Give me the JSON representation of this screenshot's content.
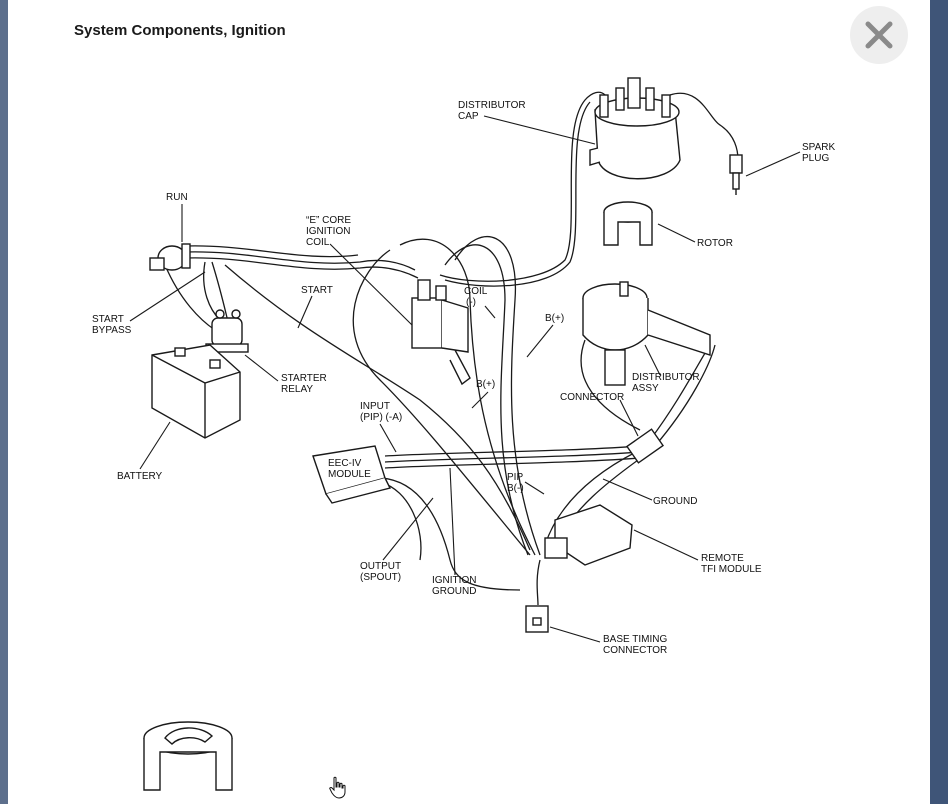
{
  "title": "System Components, Ignition",
  "labels": {
    "distributor_cap": [
      "DISTRIBUTOR",
      "CAP"
    ],
    "spark_plug": [
      "SPARK",
      "PLUG"
    ],
    "rotor": [
      "ROTOR"
    ],
    "run": [
      "RUN"
    ],
    "e_core_coil": [
      "“E” CORE",
      "IGNITION",
      "COIL"
    ],
    "coil_neg": [
      "COIL",
      "(-)"
    ],
    "start": [
      "START"
    ],
    "b_plus_upper": [
      "B(+)"
    ],
    "start_bypass": [
      "START",
      "BYPASS"
    ],
    "distributor_assy": [
      "DISTRIBUTOR",
      "ASSY"
    ],
    "starter_relay": [
      "STARTER",
      "RELAY"
    ],
    "b_plus_lower": [
      "B(+)"
    ],
    "connector": [
      "CONNECTOR"
    ],
    "input_pip": [
      "INPUT",
      "(PIP) (-A)"
    ],
    "eec_iv_module": [
      "EEC-IV",
      "MODULE"
    ],
    "battery": [
      "BATTERY"
    ],
    "pip_b_neg": [
      "PIP",
      "B(-)"
    ],
    "ground": [
      "GROUND"
    ],
    "remote_tfi_module": [
      "REMOTE",
      "TFI MODULE"
    ],
    "output_spout": [
      "OUTPUT",
      "(SPOUT)"
    ],
    "ignition_ground": [
      "IGNITION",
      "GROUND"
    ],
    "base_timing_connector": [
      "BASE TIMING",
      "CONNECTOR"
    ]
  },
  "icons": {
    "close": "close-icon",
    "cursor": "hand-cursor-icon"
  },
  "colors": {
    "line": "#1a1a1a",
    "close_bg": "#eeeeee",
    "close_x": "#888888",
    "frame": "#3f5578"
  }
}
